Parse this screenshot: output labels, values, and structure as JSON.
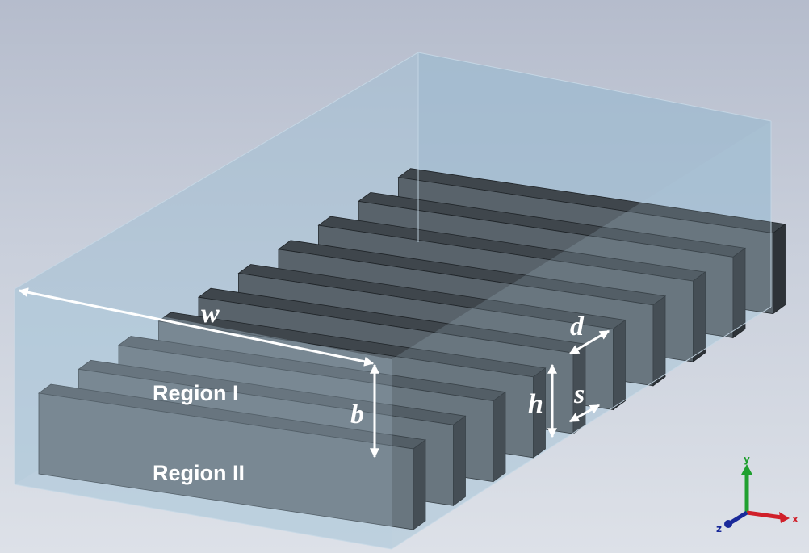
{
  "labels": {
    "region1": "Region I",
    "region2": "Region II",
    "w": "w",
    "b": "b",
    "h": "h",
    "d": "d",
    "s": "s"
  },
  "axes": {
    "x": "x",
    "y": "y",
    "z": "z"
  },
  "colors": {
    "box_fill": "#a6c2d6",
    "box_edge": "#c6d8e6",
    "bar_top": "#3f464c",
    "bar_side": "#59636b",
    "bar_end": "#2e3338",
    "arrow": "#ffffff",
    "axis_x": "#d0202a",
    "axis_y": "#20a030",
    "axis_z": "#1a2a9a"
  },
  "bar_count": 10
}
